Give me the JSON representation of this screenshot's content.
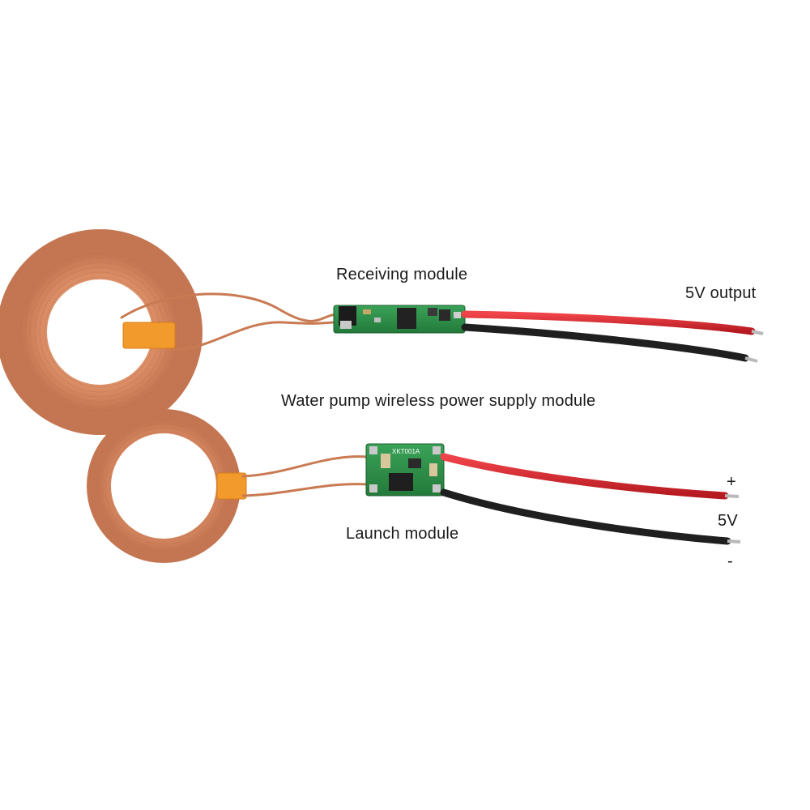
{
  "labels": {
    "receiving_module": "Receiving module",
    "five_v_output": "5V output",
    "title": "Water pump wireless power supply module",
    "launch_module": "Launch module",
    "plus_sign": "+",
    "five_v": "5V",
    "minus_sign": "-"
  },
  "board_markings": {
    "launch_board": "XKT001A"
  },
  "colors": {
    "background": "#ffffff",
    "copper": "#d98c64",
    "copper_dark": "#b86a47",
    "tape": "#f29a2c",
    "pcb": "#2f8f4a",
    "wire_red": "#d8232a",
    "wire_black": "#1f1f1f"
  }
}
